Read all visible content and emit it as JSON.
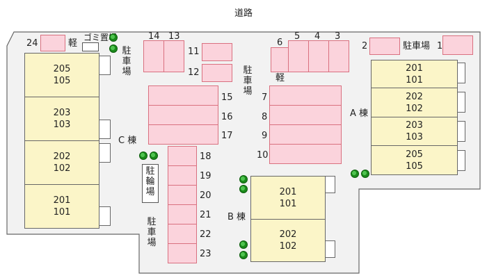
{
  "road": "道路",
  "buildings": {
    "a": {
      "label": "A 棟",
      "units": [
        {
          "upper": "201",
          "lower": "101"
        },
        {
          "upper": "202",
          "lower": "102"
        },
        {
          "upper": "203",
          "lower": "103"
        },
        {
          "upper": "205",
          "lower": "105"
        }
      ]
    },
    "b": {
      "label": "B 棟",
      "units": [
        {
          "upper": "201",
          "lower": "101"
        },
        {
          "upper": "202",
          "lower": "102"
        }
      ]
    },
    "c": {
      "label": "C 棟",
      "units": [
        {
          "upper": "205",
          "lower": "105"
        },
        {
          "upper": "203",
          "lower": "103"
        },
        {
          "upper": "202",
          "lower": "102"
        },
        {
          "upper": "201",
          "lower": "101"
        }
      ]
    }
  },
  "parking": {
    "label_horizontal": "駐車場",
    "label_vertical": "駐車場",
    "kei": "軽",
    "bike_parking": "駐輪場",
    "garbage": "ゴミ置場",
    "spaces": [
      "1",
      "2",
      "3",
      "4",
      "5",
      "6",
      "7",
      "8",
      "9",
      "10",
      "11",
      "12",
      "13",
      "14",
      "15",
      "16",
      "17",
      "18",
      "19",
      "20",
      "21",
      "22",
      "23",
      "24"
    ]
  }
}
